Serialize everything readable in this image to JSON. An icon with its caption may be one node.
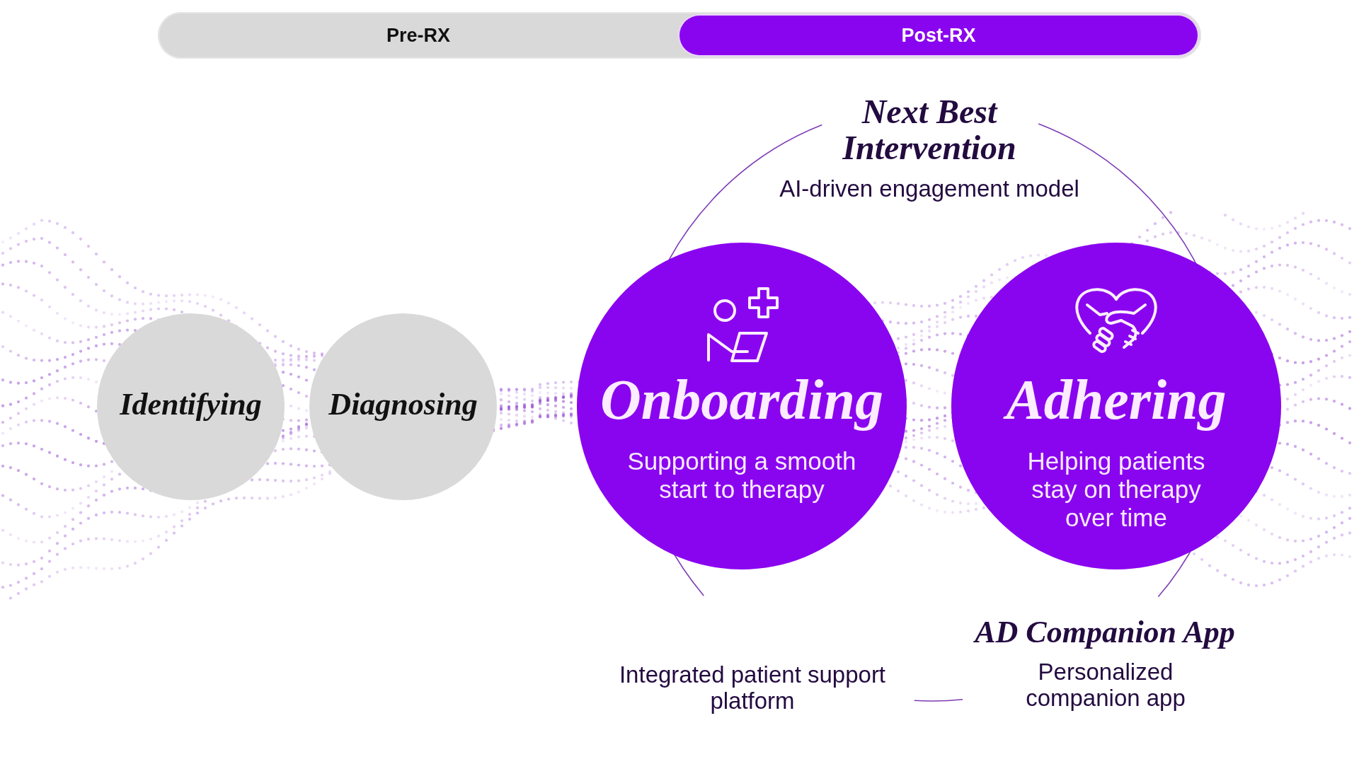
{
  "diagram": {
    "nodes": [
      {
        "text": [
          "Pre-RX"
        ]
      },
      {
        "text": [
          "Post-RX"
        ],
        "in": 0
      },
      {
        "text": [
          "Identifying"
        ]
      },
      {
        "text": [
          "Diagnosing"
        ]
      },
      {
        "text": [
          "Onboarding",
          "Supporting a smooth start to therapy"
        ]
      },
      {
        "text": [
          "Adhering",
          "Helping patients stay on therapy over time"
        ]
      }
    ],
    "labels": [
      "Next Best Intervention",
      "AI-driven engagement model",
      "Integrated patient support platform",
      "AD Companion App",
      "Personalized companion app"
    ]
  }
}
